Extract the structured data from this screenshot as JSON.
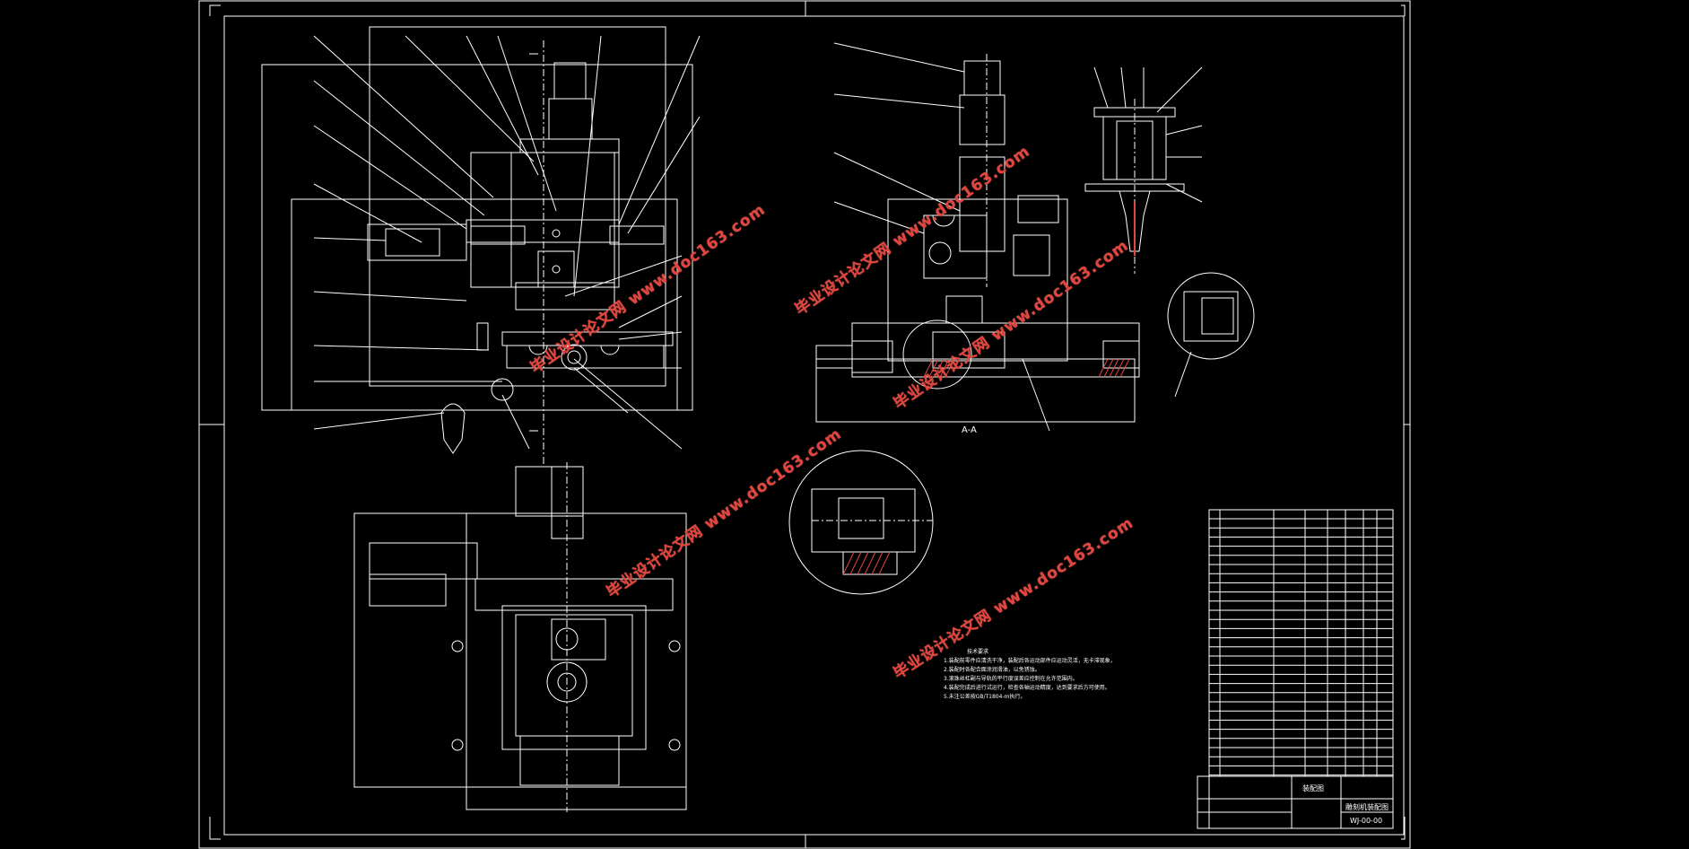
{
  "drawing": {
    "section_label": "A-A",
    "drawing_number": "WJ-00-00",
    "part_name": "装配图",
    "product_name": "雕刻机装配图"
  },
  "notes": {
    "title": "技术要求",
    "lines": [
      "1.装配前零件应清洗干净，装配后各运动部件应运动灵活，无卡滞现象，",
      "2.装配时各配合面涂润滑油，以免锈蚀。",
      "3.滚珠丝杠副与导轨的平行度误差应控制在允许范围内。",
      "4.装配完成后进行试运行，检查各轴运动精度，达到要求后方可使用。",
      "5.未注公差按GB/T1804-m执行。"
    ]
  },
  "watermarks": [
    "毕业设计论文网  www.doc163.com",
    "毕业设计论文网  www.doc163.com",
    "毕业设计论文网  www.doc163.com",
    "毕业设计论文网  www.doc163.com",
    "毕业设计论文网  www.doc163.com"
  ],
  "colors": {
    "line": "#ffffff",
    "hatch": "#e0463f",
    "background": "#000000"
  }
}
